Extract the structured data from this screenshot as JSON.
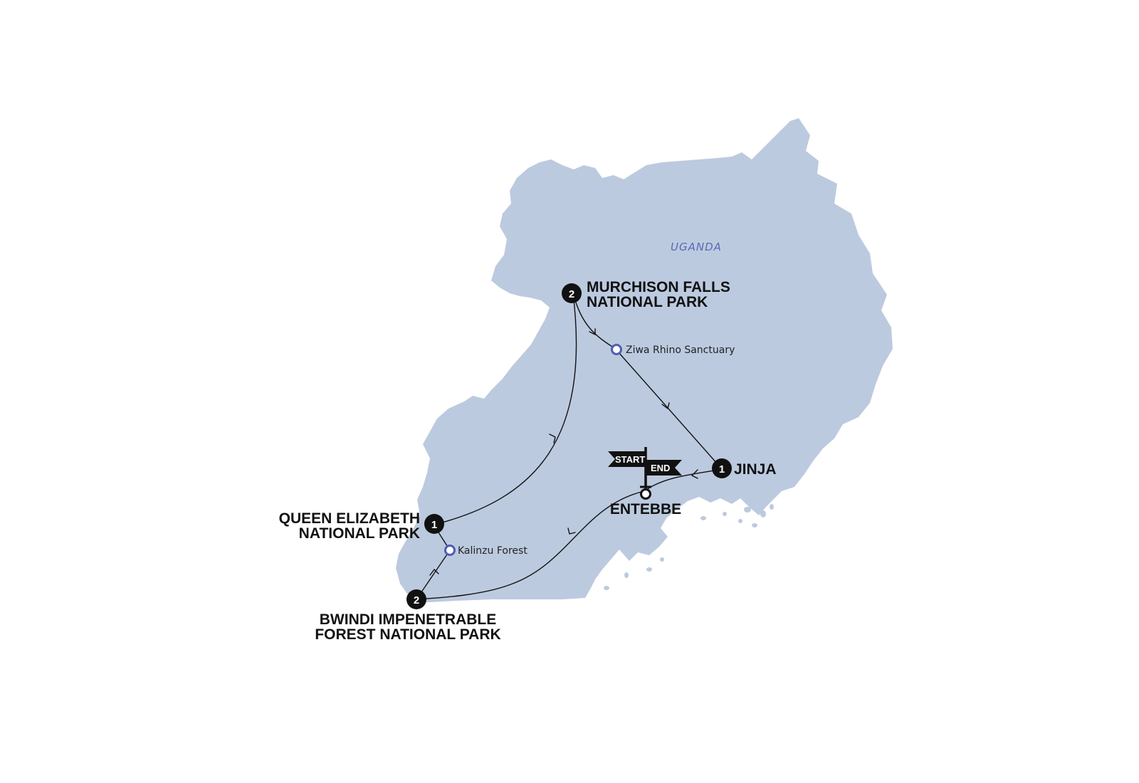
{
  "colors": {
    "land": "#bccadf",
    "country_label": "#5a68b8",
    "route": "#111111",
    "marker_fill": "#111111",
    "via_marker_stroke": "#4d5eb3",
    "background": "#ffffff"
  },
  "country": {
    "name": "UGANDA"
  },
  "flag": {
    "start": "START",
    "end": "END"
  },
  "stops": [
    {
      "id": "murchison",
      "nights": "2",
      "line1": "MURCHISON FALLS",
      "line2": "NATIONAL PARK"
    },
    {
      "id": "jinja",
      "nights": "1",
      "line1": "JINJA",
      "line2": ""
    },
    {
      "id": "queen-elizabeth",
      "nights": "1",
      "line1": "QUEEN ELIZABETH",
      "line2": "NATIONAL PARK"
    },
    {
      "id": "bwindi",
      "nights": "2",
      "line1": "BWINDI IMPENETRABLE",
      "line2": "FOREST NATIONAL PARK"
    }
  ],
  "start_end": {
    "name": "ENTEBBE"
  },
  "via_points": [
    {
      "id": "ziwa",
      "name": "Ziwa Rhino Sanctuary"
    },
    {
      "id": "kalinzu",
      "name": "Kalinzu Forest"
    }
  ],
  "icons": {
    "stop_marker": "numbered-circle-icon",
    "via_marker": "hollow-circle-icon",
    "start_end_marker": "flag-icon",
    "direction_marker": "chevron-arrow-icon"
  }
}
